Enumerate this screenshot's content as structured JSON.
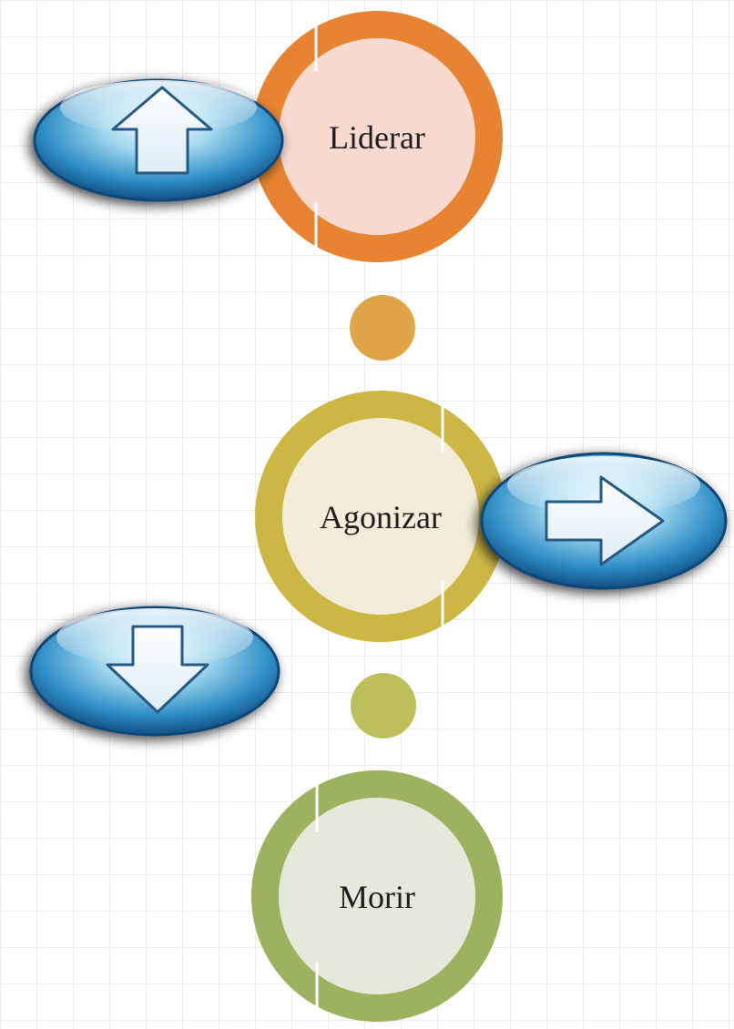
{
  "nodes": [
    {
      "label": "Liderar",
      "ring_color": "#E88431",
      "inner_color": "#F8DAD1",
      "arrow_direction": "up"
    },
    {
      "label": "Agonizar",
      "ring_color": "#CDB744",
      "inner_color": "#F2ECD9",
      "arrow_direction": "right"
    },
    {
      "label": "Morir",
      "ring_color": "#9CB25E",
      "inner_color": "#E4E9DB",
      "arrow_direction": "down"
    }
  ],
  "connectors": [
    {
      "color": "#DFA445"
    },
    {
      "color": "#BDC05A"
    }
  ],
  "arrow_button_color": "#2F8EC6"
}
